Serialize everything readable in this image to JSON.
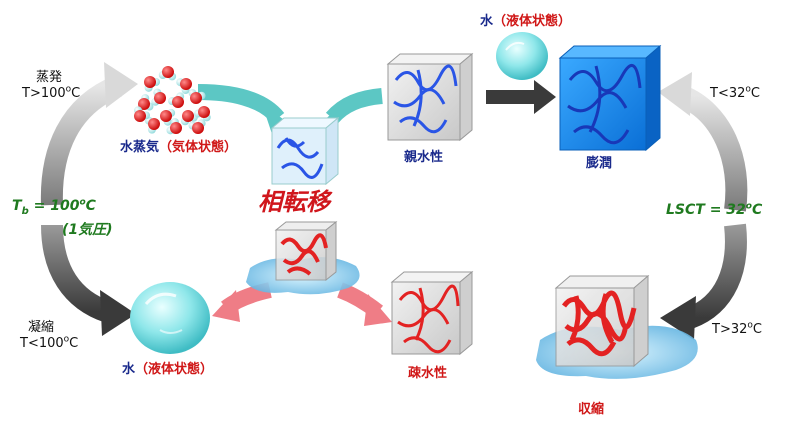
{
  "labels": {
    "evaporation": "蒸発",
    "t_over_100_prefix": "T>100",
    "t_under_100_prefix": "T<100",
    "deg_o": "o",
    "celsius": "C",
    "water_vapor_main": "水蒸気",
    "water_vapor_paren": "（気体状態）",
    "water_liquid_main": "水",
    "water_liquid_paren": "（液体状態）",
    "condensation": "凝縮",
    "tb_symbol": "T",
    "tb_sub": "b",
    "tb_eq": " = 100",
    "pressure": "(1気圧)",
    "phase_transition": "相転移",
    "hydrophilic": "親水性",
    "hydrophobic": "疎水性",
    "swelling": "膨潤",
    "shrinking": "収縮",
    "t_under_32_prefix": "T<32",
    "t_over_32_prefix": "T>32",
    "lsct_text": "LSCT = 32"
  },
  "colors": {
    "polymer_blue": "#2a55e6",
    "polymer_red": "#e32222",
    "water_cyan": "#7fe3e6",
    "arrow_teal": "#5cc7c4",
    "arrow_pink": "#ef7d86",
    "arrow_gray": "#5a5a5a",
    "cycle_green": "#1f7a1f",
    "label_navy": "#1a2a8c",
    "label_red": "#d01818"
  },
  "icons": [
    "molecule-cluster-icon",
    "water-droplet-icon",
    "gel-cube-icon",
    "water-puddle-icon",
    "transition-arrow-icon"
  ]
}
